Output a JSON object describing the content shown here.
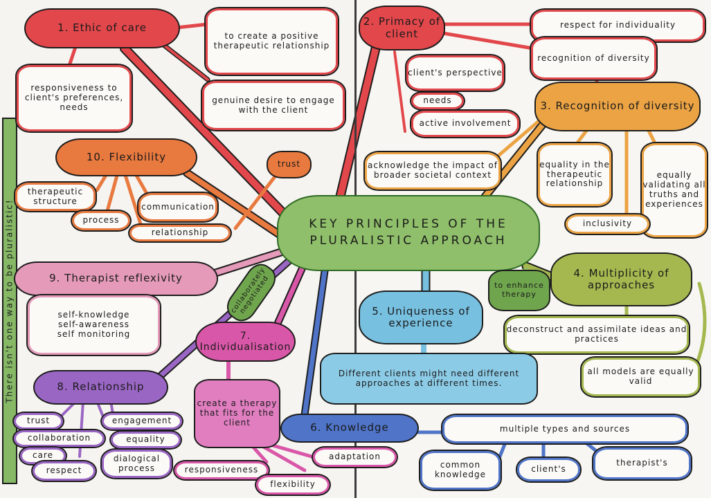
{
  "title": "KEY PRINCIPLES OF THE PLURALISTIC APPROACH",
  "side_banner": "There isn't one way to be pluralistic!",
  "colors": {
    "red": "#e2474b",
    "orange": "#e8793f",
    "amber": "#eba344",
    "green": "#8fbf6a",
    "olive": "#a4b84f",
    "blue_light": "#77c0e0",
    "blue": "#4f74c8",
    "magenta": "#d957a8",
    "purple": "#9a66c4",
    "pink": "#e49ab8"
  },
  "principles": [
    {
      "id": "ethic-of-care",
      "label": "1. Ethic of care",
      "color": "#e2474b",
      "children": [
        "to create a positive therapeutic relationship",
        "responsiveness to client's preferences, needs",
        "genuine desire to engage with the client"
      ]
    },
    {
      "id": "primacy-of-client",
      "label": "2. Primacy of client",
      "color": "#e2474b",
      "children": [
        "respect for individuality",
        "recognition of diversity",
        "client's perspective",
        "needs",
        "active involvement"
      ]
    },
    {
      "id": "recognition-of-diversity",
      "label": "3. Recognition of diversity",
      "color": "#eba344",
      "children": [
        "acknowledge the impact of broader societal context",
        "equality in the therapeutic relationship",
        "equally validating all truths and experiences",
        "inclusivity"
      ]
    },
    {
      "id": "multiplicity-of-approaches",
      "label": "4. Multiplicity of approaches",
      "color": "#a4b84f",
      "children": [
        "to enhance therapy",
        "deconstruct and assimilate ideas and practices",
        "all models are equally valid"
      ]
    },
    {
      "id": "uniqueness-of-experience",
      "label": "5. Uniqueness of experience",
      "color": "#77c0e0",
      "children": [
        "Different clients might need different approaches at different times."
      ]
    },
    {
      "id": "knowledge",
      "label": "6. Knowledge",
      "color": "#4f74c8",
      "children": [
        "multiple types and sources",
        "common knowledge",
        "client's",
        "therapist's"
      ]
    },
    {
      "id": "individualisation",
      "label": "7. Individualisation",
      "color": "#d957a8",
      "children": [
        "collaborately negotiated",
        "create a therapy that fits for the client",
        "responsiveness",
        "flexibility",
        "adaptation"
      ]
    },
    {
      "id": "relationship",
      "label": "8. Relationship",
      "color": "#9a66c4",
      "children": [
        "trust",
        "collaboration",
        "care",
        "respect",
        "engagement",
        "equality",
        "dialogical process"
      ]
    },
    {
      "id": "therapist-reflexivity",
      "label": "9. Therapist reflexivity",
      "color": "#e49ab8",
      "children": [
        "self-knowledge\nself-awareness\nself monitoring"
      ]
    },
    {
      "id": "flexibility",
      "label": "10. Flexibility",
      "color": "#e8793f",
      "children": [
        "therapeutic structure",
        "process",
        "communication",
        "relationship",
        "trust"
      ]
    }
  ]
}
